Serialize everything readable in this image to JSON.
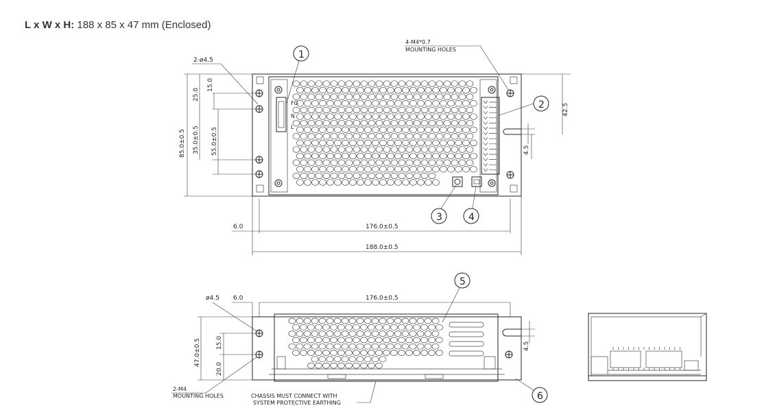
{
  "spec": {
    "label": "L x W x H:",
    "value": " 188 x 85 x 47 mm (Enclosed)"
  },
  "top_view": {
    "hole_label": "2-ø4.5",
    "mount_label_1": "4-M4*0.7",
    "mount_label_2": "MOUNTING HOLES",
    "dims": {
      "h85": "85.0±0.5",
      "h25": "25.0",
      "h15": "15.0",
      "h35": "35.0±0.5",
      "h55": "55.0±0.5",
      "r425": "42.5",
      "r45": "4.5",
      "b6": "6.0",
      "b176": "176.0±0.5",
      "b188": "188.0±0.5"
    },
    "terminal_labels": [
      "FG",
      "N",
      "L"
    ],
    "callouts": [
      "1",
      "2",
      "3",
      "4"
    ]
  },
  "side_view": {
    "hole_label": "ø4.5",
    "dims": {
      "t6": "6.0",
      "t176": "176.0±0.5",
      "h47": "47.0±0.5",
      "h15": "15.0",
      "h20": "20.0",
      "r45": "4.5"
    },
    "mount_label_1": "2-M4",
    "mount_label_2": "MOUNTING HOLES",
    "note_1": "CHASSIS MUST CONNECT WITH",
    "note_2": "SYSTEM PROTECTIVE EARTHING",
    "callouts": [
      "5",
      "6"
    ]
  }
}
